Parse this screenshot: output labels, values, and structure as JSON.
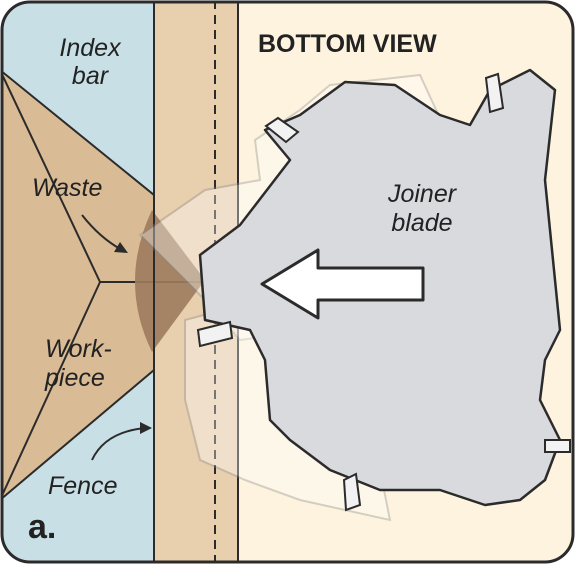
{
  "title": "BOTTOM VIEW",
  "labels": {
    "index_bar": [
      "Index",
      "bar"
    ],
    "waste": "Waste",
    "workpiece": [
      "Work-",
      "piece"
    ],
    "fence": "Fence",
    "joiner_blade": [
      "Joiner",
      "blade"
    ]
  },
  "figure_letter": "a.",
  "colors": {
    "index_bar": "#c9dfe6",
    "fence": "#e8cfae",
    "background": "#fdf3df",
    "workpiece": "#d9bb95",
    "waste": "#9c7b5c",
    "blade": "#d9dade",
    "outline": "#2b2b2b"
  },
  "icons": {
    "direction": "left-arrow-icon"
  }
}
